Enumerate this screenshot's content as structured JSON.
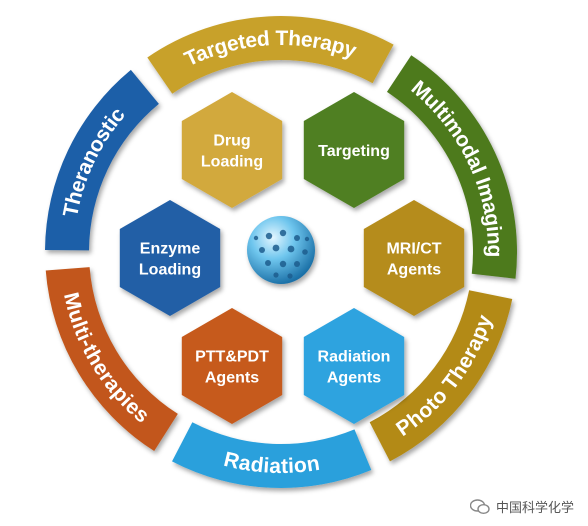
{
  "diagram": {
    "ring": [
      {
        "id": "targeted-therapy",
        "label": "Targeted Therapy",
        "color": "#c8a12c"
      },
      {
        "id": "multimodal-imaging",
        "label": "Multimodal Imaging",
        "color": "#4d7a1e"
      },
      {
        "id": "photo-therapy",
        "label": "Photo Therapy",
        "color": "#b38a14"
      },
      {
        "id": "radiation",
        "label": "Radiation",
        "color": "#2aa0dc"
      },
      {
        "id": "multi-therapies",
        "label": "Multi-therapies",
        "color": "#c2571a"
      },
      {
        "id": "theranostic",
        "label": "Theranostic",
        "color": "#1e5fa8"
      }
    ],
    "hexagons": [
      {
        "id": "drug-loading",
        "lines": [
          "Drug",
          "Loading"
        ],
        "color": "#d2a93c"
      },
      {
        "id": "targeting",
        "lines": [
          "Targeting"
        ],
        "color": "#4f7f24"
      },
      {
        "id": "mri-ct-agents",
        "lines": [
          "MRI/CT",
          "Agents"
        ],
        "color": "#b58c1c"
      },
      {
        "id": "radiation-agents",
        "lines": [
          "Radiation",
          "Agents"
        ],
        "color": "#2ea3df"
      },
      {
        "id": "ptt-pdt-agents",
        "lines": [
          "PTT&PDT",
          "Agents"
        ],
        "color": "#c65a1e"
      },
      {
        "id": "enzyme-loading",
        "lines": [
          "Enzyme",
          "Loading"
        ],
        "color": "#215fa6"
      }
    ],
    "center_icon": "nanoparticle-sphere-icon"
  },
  "watermark": {
    "text": "中国科学化学",
    "icon": "wechat-icon"
  }
}
